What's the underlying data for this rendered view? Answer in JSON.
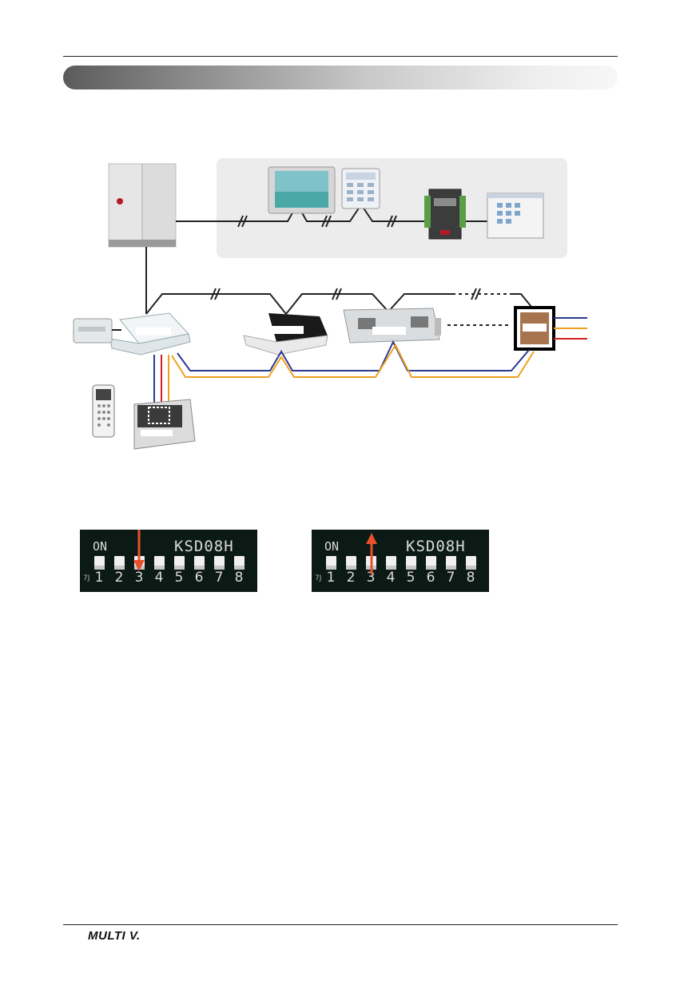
{
  "dip_switch": {
    "on_label": "ON",
    "model_label": "KSD08H",
    "board_mark": "7J",
    "positions": [
      "1",
      "2",
      "3",
      "4",
      "5",
      "6",
      "7",
      "8"
    ]
  },
  "footer": {
    "logo": "MULTI V."
  },
  "colors": {
    "network": "#222222",
    "wire_blue": "#2b3a8f",
    "wire_orange": "#f0a020",
    "wire_red": "#d21f1f",
    "arrow": "#e8502a"
  }
}
